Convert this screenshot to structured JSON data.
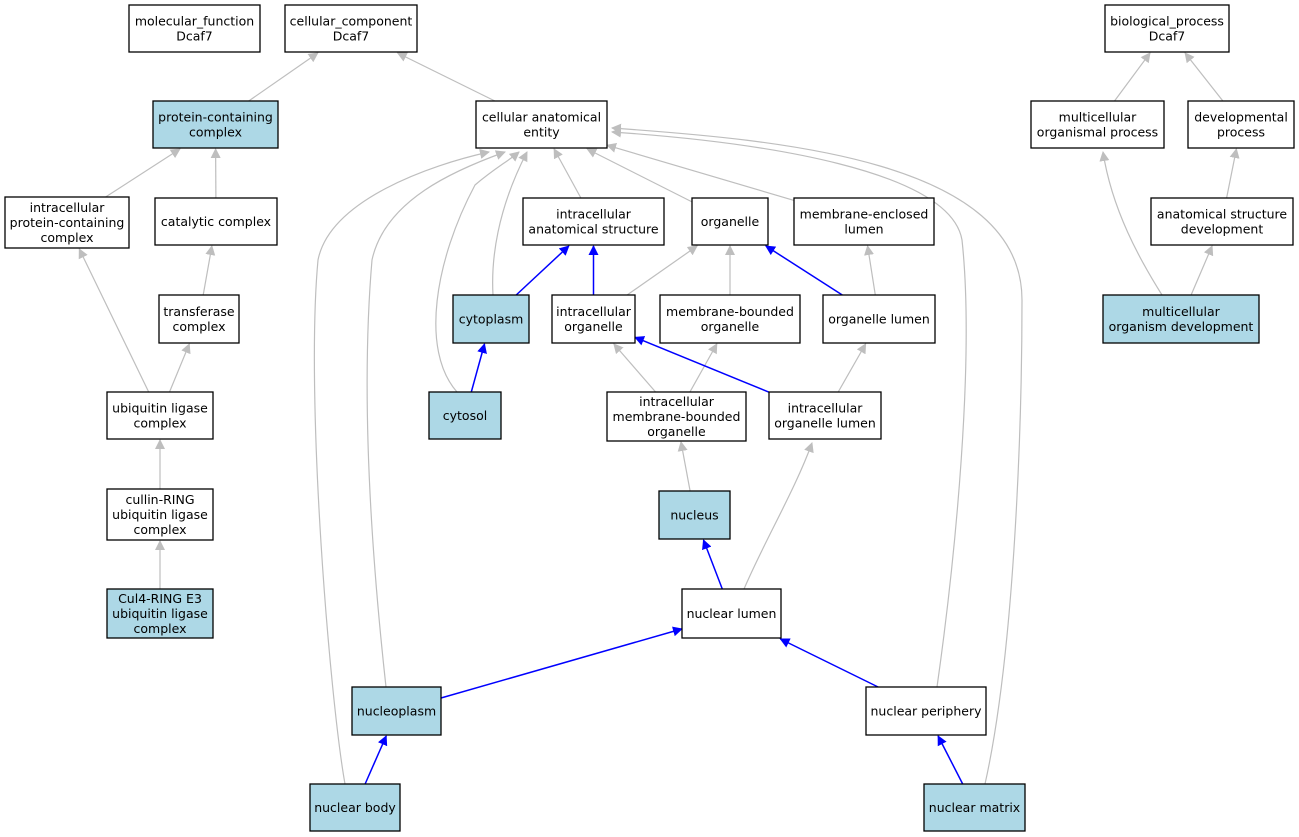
{
  "colors": {
    "highlight": "#add8e6",
    "plain": "#ffffff",
    "border": "#000000",
    "edge_gray": "#bebebe",
    "edge_blue": "#0000ff"
  },
  "nodes": [
    {
      "id": "molecular_function",
      "lines": [
        "molecular_function",
        "Dcaf7"
      ],
      "highlighted": false
    },
    {
      "id": "cellular_component",
      "lines": [
        "cellular_component",
        "Dcaf7"
      ],
      "highlighted": false
    },
    {
      "id": "biological_process",
      "lines": [
        "biological_process",
        "Dcaf7"
      ],
      "highlighted": false
    },
    {
      "id": "protein_containing_complex",
      "lines": [
        "protein-containing",
        "complex"
      ],
      "highlighted": true
    },
    {
      "id": "cellular_anatomical_entity",
      "lines": [
        "cellular anatomical",
        "entity"
      ],
      "highlighted": false
    },
    {
      "id": "multicellular_organismal_process",
      "lines": [
        "multicellular",
        "organismal process"
      ],
      "highlighted": false
    },
    {
      "id": "developmental_process",
      "lines": [
        "developmental",
        "process"
      ],
      "highlighted": false
    },
    {
      "id": "intracellular_protein_containing_complex",
      "lines": [
        "intracellular",
        "protein-containing",
        "complex"
      ],
      "highlighted": false
    },
    {
      "id": "catalytic_complex",
      "lines": [
        "catalytic complex"
      ],
      "highlighted": false
    },
    {
      "id": "intracellular_anatomical_structure",
      "lines": [
        "intracellular",
        "anatomical structure"
      ],
      "highlighted": false
    },
    {
      "id": "organelle",
      "lines": [
        "organelle"
      ],
      "highlighted": false
    },
    {
      "id": "membrane_enclosed_lumen",
      "lines": [
        "membrane-enclosed",
        "lumen"
      ],
      "highlighted": false
    },
    {
      "id": "anatomical_structure_development",
      "lines": [
        "anatomical structure",
        "development"
      ],
      "highlighted": false
    },
    {
      "id": "transferase_complex",
      "lines": [
        "transferase",
        "complex"
      ],
      "highlighted": false
    },
    {
      "id": "cytoplasm",
      "lines": [
        "cytoplasm"
      ],
      "highlighted": true
    },
    {
      "id": "intracellular_organelle",
      "lines": [
        "intracellular",
        "organelle"
      ],
      "highlighted": false
    },
    {
      "id": "membrane_bounded_organelle",
      "lines": [
        "membrane-bounded",
        "organelle"
      ],
      "highlighted": false
    },
    {
      "id": "organelle_lumen",
      "lines": [
        "organelle lumen"
      ],
      "highlighted": false
    },
    {
      "id": "multicellular_organism_development",
      "lines": [
        "multicellular",
        "organism development"
      ],
      "highlighted": true
    },
    {
      "id": "ubiquitin_ligase_complex",
      "lines": [
        "ubiquitin ligase",
        "complex"
      ],
      "highlighted": false
    },
    {
      "id": "cytosol",
      "lines": [
        "cytosol"
      ],
      "highlighted": true
    },
    {
      "id": "intracellular_membrane_bounded_organelle",
      "lines": [
        "intracellular",
        "membrane-bounded",
        "organelle"
      ],
      "highlighted": false
    },
    {
      "id": "intracellular_organelle_lumen",
      "lines": [
        "intracellular",
        "organelle lumen"
      ],
      "highlighted": false
    },
    {
      "id": "cullin_ring_ubiquitin_ligase_complex",
      "lines": [
        "cullin-RING",
        "ubiquitin ligase",
        "complex"
      ],
      "highlighted": false
    },
    {
      "id": "nucleus",
      "lines": [
        "nucleus"
      ],
      "highlighted": true
    },
    {
      "id": "cul4_ring_e3_ubiquitin_ligase_complex",
      "lines": [
        "Cul4-RING E3",
        "ubiquitin ligase",
        "complex"
      ],
      "highlighted": true
    },
    {
      "id": "nuclear_lumen",
      "lines": [
        "nuclear lumen"
      ],
      "highlighted": false
    },
    {
      "id": "nucleoplasm",
      "lines": [
        "nucleoplasm"
      ],
      "highlighted": true
    },
    {
      "id": "nuclear_periphery",
      "lines": [
        "nuclear periphery"
      ],
      "highlighted": false
    },
    {
      "id": "nuclear_body",
      "lines": [
        "nuclear body"
      ],
      "highlighted": true
    },
    {
      "id": "nuclear_matrix",
      "lines": [
        "nuclear matrix"
      ],
      "highlighted": true
    }
  ],
  "edges": [
    {
      "from": "protein_containing_complex",
      "to": "cellular_component",
      "color": "gray"
    },
    {
      "from": "cellular_anatomical_entity",
      "to": "cellular_component",
      "color": "gray"
    },
    {
      "from": "multicellular_organismal_process",
      "to": "biological_process",
      "color": "gray"
    },
    {
      "from": "developmental_process",
      "to": "biological_process",
      "color": "gray"
    },
    {
      "from": "intracellular_protein_containing_complex",
      "to": "protein_containing_complex",
      "color": "gray"
    },
    {
      "from": "catalytic_complex",
      "to": "protein_containing_complex",
      "color": "gray"
    },
    {
      "from": "transferase_complex",
      "to": "catalytic_complex",
      "color": "gray"
    },
    {
      "from": "ubiquitin_ligase_complex",
      "to": "intracellular_protein_containing_complex",
      "color": "gray"
    },
    {
      "from": "ubiquitin_ligase_complex",
      "to": "transferase_complex",
      "color": "gray"
    },
    {
      "from": "cullin_ring_ubiquitin_ligase_complex",
      "to": "ubiquitin_ligase_complex",
      "color": "gray"
    },
    {
      "from": "cul4_ring_e3_ubiquitin_ligase_complex",
      "to": "cullin_ring_ubiquitin_ligase_complex",
      "color": "gray"
    },
    {
      "from": "intracellular_anatomical_structure",
      "to": "cellular_anatomical_entity",
      "color": "gray"
    },
    {
      "from": "organelle",
      "to": "cellular_anatomical_entity",
      "color": "gray"
    },
    {
      "from": "membrane_enclosed_lumen",
      "to": "cellular_anatomical_entity",
      "color": "gray"
    },
    {
      "from": "cytoplasm",
      "to": "cellular_anatomical_entity",
      "color": "gray"
    },
    {
      "from": "cytosol",
      "to": "cellular_anatomical_entity",
      "color": "gray"
    },
    {
      "from": "nucleoplasm",
      "to": "cellular_anatomical_entity",
      "color": "gray"
    },
    {
      "from": "nuclear_body",
      "to": "cellular_anatomical_entity",
      "color": "gray"
    },
    {
      "from": "nuclear_periphery",
      "to": "cellular_anatomical_entity",
      "color": "gray"
    },
    {
      "from": "nuclear_matrix",
      "to": "cellular_anatomical_entity",
      "color": "gray"
    },
    {
      "from": "cytoplasm",
      "to": "intracellular_anatomical_structure",
      "color": "blue"
    },
    {
      "from": "intracellular_organelle",
      "to": "intracellular_anatomical_structure",
      "color": "blue"
    },
    {
      "from": "intracellular_organelle",
      "to": "organelle",
      "color": "gray"
    },
    {
      "from": "membrane_bounded_organelle",
      "to": "organelle",
      "color": "gray"
    },
    {
      "from": "organelle_lumen",
      "to": "organelle",
      "color": "blue"
    },
    {
      "from": "organelle_lumen",
      "to": "membrane_enclosed_lumen",
      "color": "gray"
    },
    {
      "from": "cytosol",
      "to": "cytoplasm",
      "color": "blue"
    },
    {
      "from": "intracellular_membrane_bounded_organelle",
      "to": "intracellular_organelle",
      "color": "gray"
    },
    {
      "from": "intracellular_membrane_bounded_organelle",
      "to": "membrane_bounded_organelle",
      "color": "gray"
    },
    {
      "from": "intracellular_organelle_lumen",
      "to": "intracellular_organelle",
      "color": "blue"
    },
    {
      "from": "intracellular_organelle_lumen",
      "to": "organelle_lumen",
      "color": "gray"
    },
    {
      "from": "nucleus",
      "to": "intracellular_membrane_bounded_organelle",
      "color": "gray"
    },
    {
      "from": "nuclear_lumen",
      "to": "nucleus",
      "color": "blue"
    },
    {
      "from": "nuclear_lumen",
      "to": "intracellular_organelle_lumen",
      "color": "gray"
    },
    {
      "from": "nucleoplasm",
      "to": "nuclear_lumen",
      "color": "blue"
    },
    {
      "from": "nuclear_periphery",
      "to": "nuclear_lumen",
      "color": "blue"
    },
    {
      "from": "nuclear_body",
      "to": "nucleoplasm",
      "color": "blue"
    },
    {
      "from": "nuclear_matrix",
      "to": "nuclear_periphery",
      "color": "blue"
    },
    {
      "from": "multicellular_organism_development",
      "to": "multicellular_organismal_process",
      "color": "gray"
    },
    {
      "from": "multicellular_organism_development",
      "to": "anatomical_structure_development",
      "color": "gray"
    },
    {
      "from": "anatomical_structure_development",
      "to": "developmental_process",
      "color": "gray"
    }
  ]
}
